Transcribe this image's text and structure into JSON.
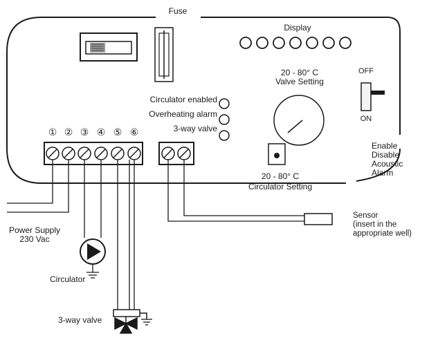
{
  "labels": {
    "fuse": "Fuse",
    "display": "Display",
    "valve_range": "20 - 80° C",
    "valve_setting": "Valve Setting",
    "off": "OFF",
    "on": "ON",
    "circulator_enabled": "Circulator enabled",
    "overheating_alarm": "Overheating alarm",
    "three_way_valve_led": "3-way valve",
    "circ_range": "20 - 80° C",
    "circulator_setting": "Circulator Setting",
    "acoustic_1": "Enable",
    "acoustic_2": "Disable",
    "acoustic_3": "Acoustic",
    "acoustic_4": "Alarm",
    "power_supply_1": "Power Supply",
    "power_supply_2": "230 Vac",
    "circulator": "Circulator",
    "three_way_valve": "3-way valve",
    "sensor_1": "Sensor",
    "sensor_2": "(insert in the",
    "sensor_3": "appropriate well)"
  },
  "terminals": [
    "①",
    "②",
    "③",
    "④",
    "⑤",
    "⑥"
  ],
  "colors": {
    "line": "#1a1a1a",
    "background": "#ffffff"
  }
}
